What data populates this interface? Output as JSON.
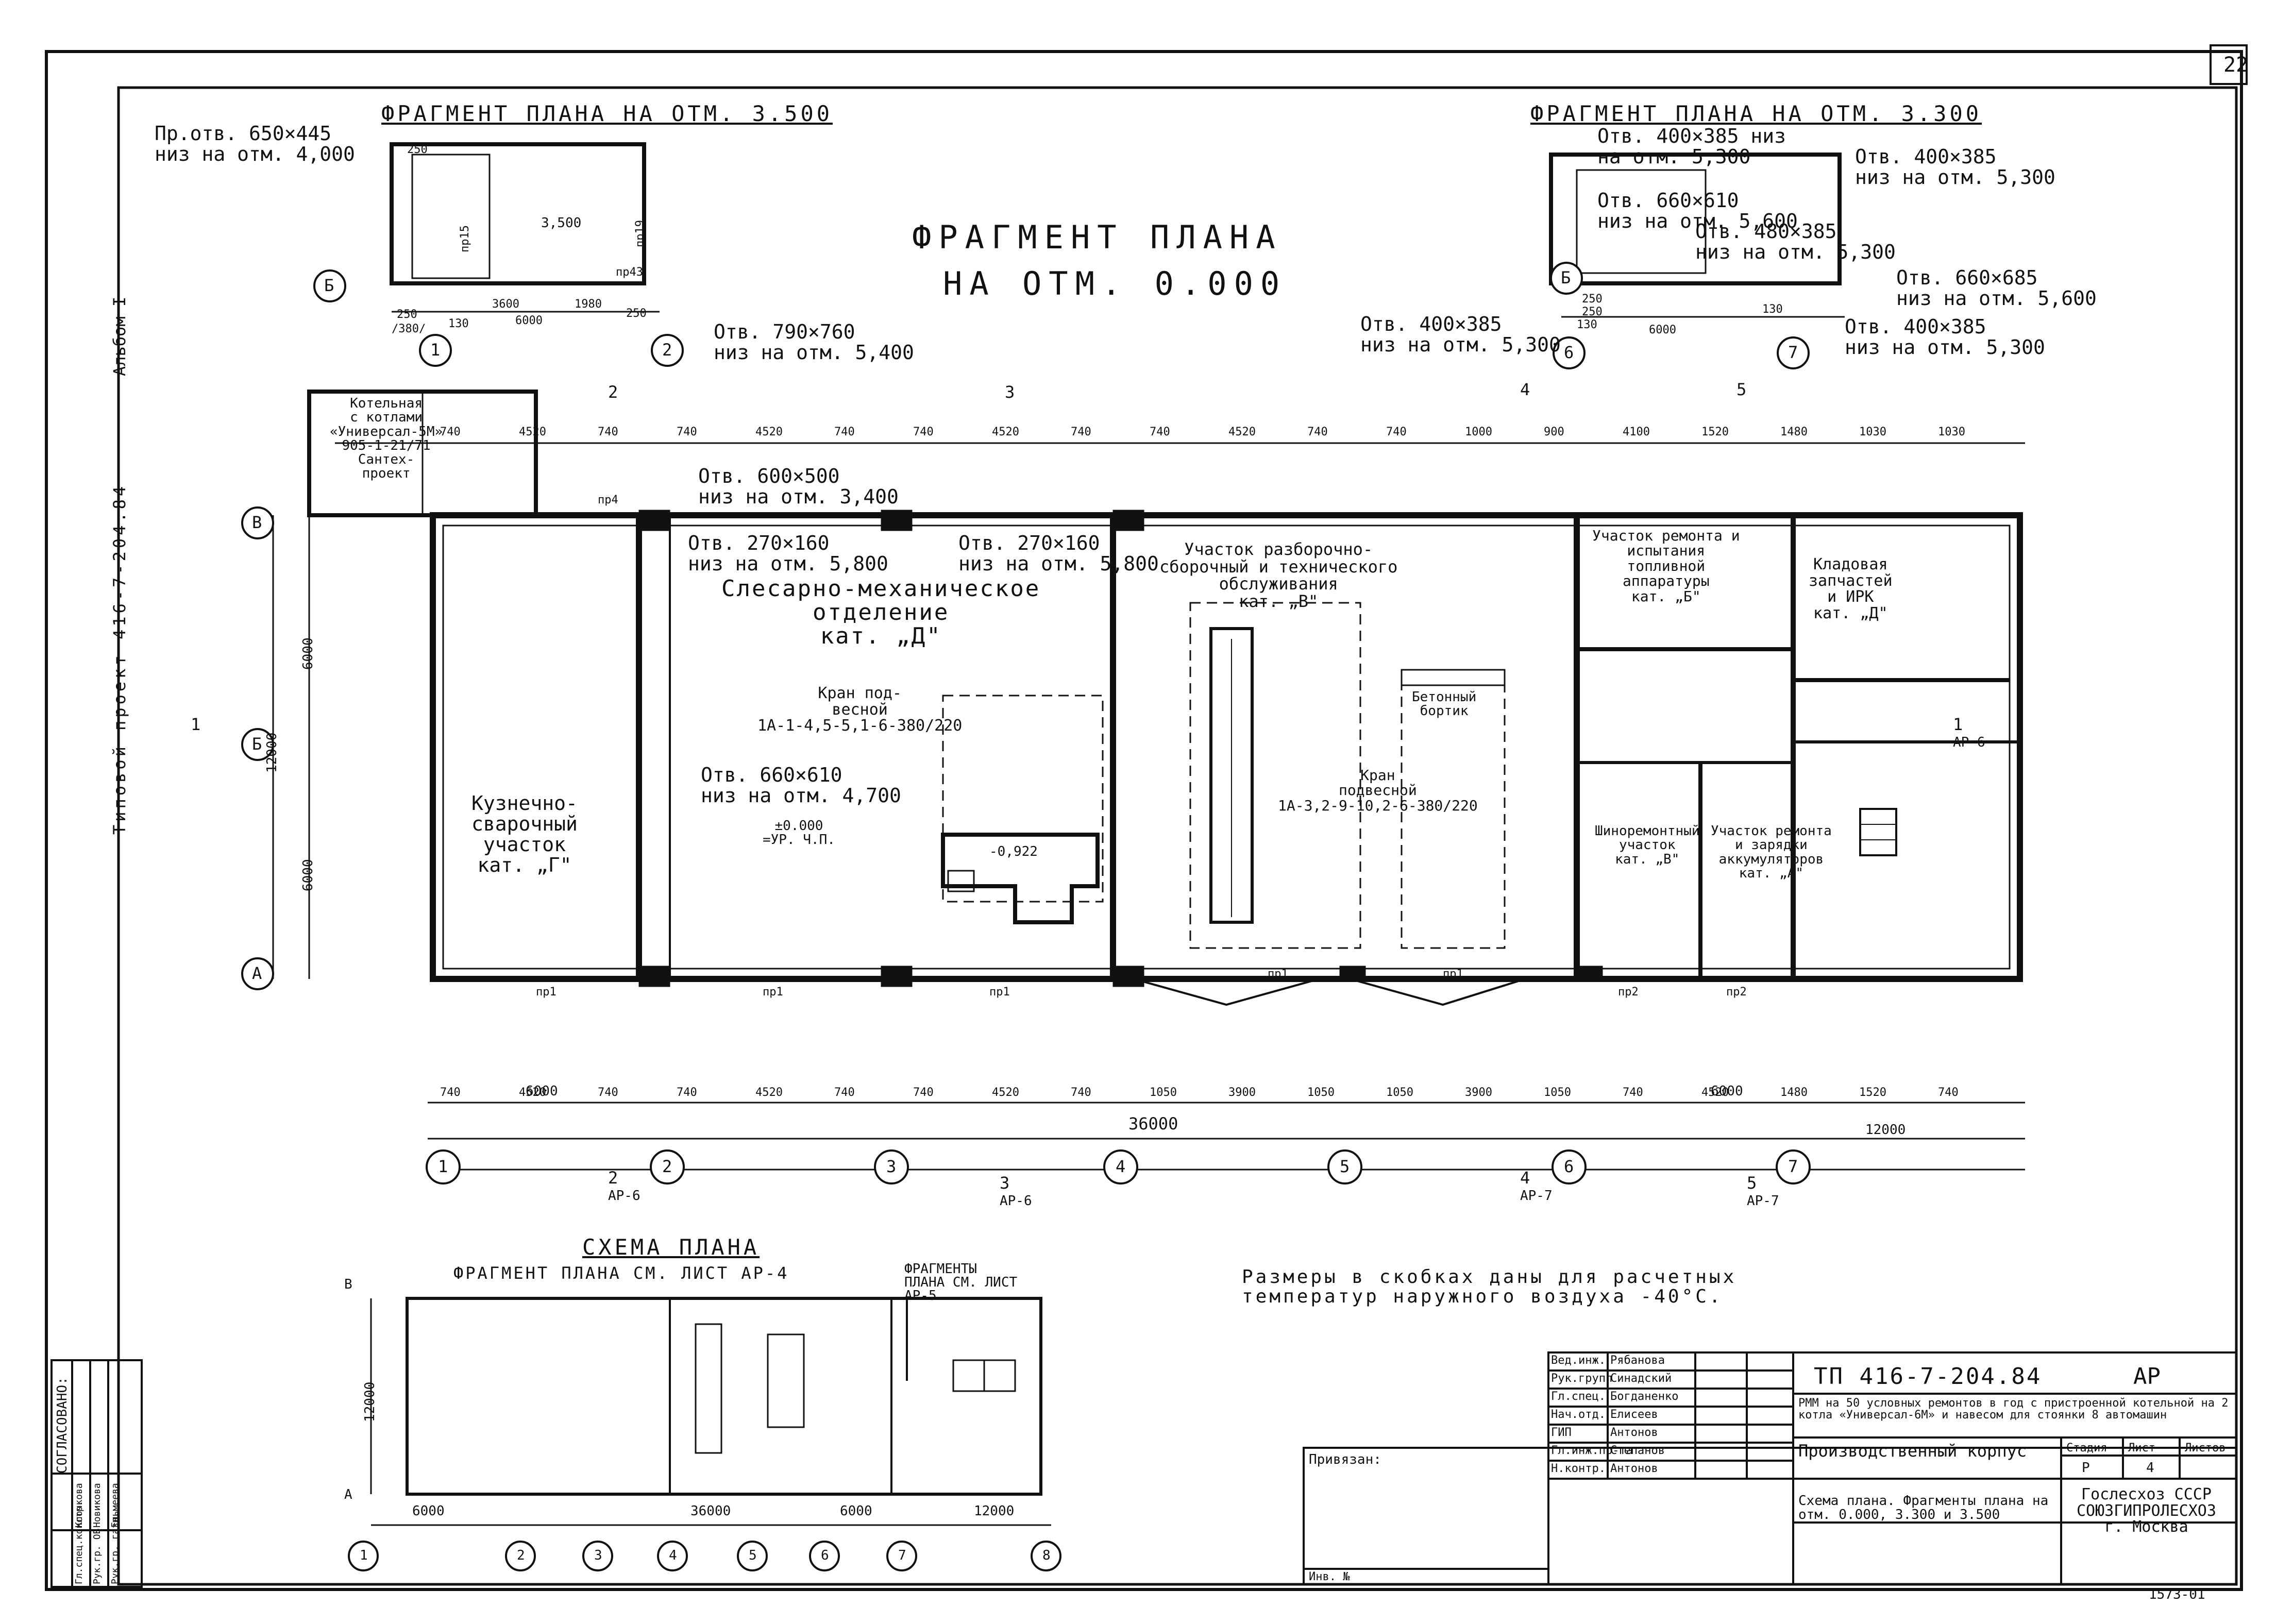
{
  "sheet_number": "22",
  "album": "Альбом I",
  "project_code_side": "Типовой проект 416-7-204.84",
  "titles": {
    "main_line1": "ФРАГМЕНТ ПЛАНА",
    "main_line2": "НА ОТМ. 0.000",
    "frag_left": "ФРАГМЕНТ ПЛАНА НА ОТМ. 3.500",
    "frag_right": "ФРАГМЕНТ ПЛАНА НА ОТМ. 3.300",
    "scheme": "СХЕМА ПЛАНА",
    "scheme_sub1": "ФРАГМЕНТ ПЛАНА СМ. ЛИСТ АР-4",
    "scheme_sub2": "ФРАГМЕНТЫ ПЛАНА СМ. ЛИСТ АР-5"
  },
  "rooms": [
    {
      "id": "boiler",
      "text": "Котельная\nс котлами\n«Универсал-5М»\n905-1-21/71\nСантех-\nпроект"
    },
    {
      "id": "forge",
      "text": "Кузнечно-\nсварочный\nучасток\nкат. „Г\""
    },
    {
      "id": "mech",
      "text": "Слесарно-механическое\nотделение\nкат. „Д\""
    },
    {
      "id": "assembly",
      "text": "Участок разборочно-\nсборочный и технического\nобслуживания\nкат. „В\""
    },
    {
      "id": "fuel",
      "text": "Участок ремонта и\nиспытания\nтопливной\nаппаратуры\nкат. „Б\""
    },
    {
      "id": "storage",
      "text": "Кладовая\nзапчастей\nи ИРК\nкат. „Д\""
    },
    {
      "id": "tire",
      "text": "Шиноремонтный\nучасток\nкат. „В\""
    },
    {
      "id": "battery",
      "text": "Участок ремонта\nи зарядки\nаккумуляторов\nкат. „А\""
    }
  ],
  "annotations": {
    "crane1": "Кран под-\nвесной\n1А-1-4,5-5,1-6-380/220",
    "crane2": "Кран\nподвесной\n1А-3,2-9-10,2-6-380/220",
    "bort": "Бетонный\nбортик",
    "mark_zero": "±0.000\n=УР. Ч.П.",
    "mark_pit": "-0,922",
    "mark_35": "3,500",
    "opening1": "Отв. 790×760\nниз на отм. 5,400",
    "opening2": "Отв. 660×610\nниз на отм. 4,700",
    "opening3": "Отв. 270×160\nниз на отм. 5,800",
    "opening4": "Отв. 270×160\nниз на отм. 5,800",
    "opening5": "Отв. 600×500\nниз на отм. 3,400",
    "opening6": "Пр.отв. 650×445\nниз на отм. 4,000",
    "opening7": "Отв. 400×385 низ\nна отм. 5,300",
    "opening8": "Отв. 400×385\nниз на отм. 5,300",
    "opening9": "Отв. 660×610\nниз на отм. 5,600",
    "opening10": "Отв. 480×385\nниз на отм. 5,300",
    "opening11": "Отв. 660×685\nниз на отм. 5,600",
    "opening12": "Отв. 400×385\nниз на отм. 5,300",
    "opening13": "Отв. 400×385\nниз на отм. 5,300",
    "note": "Размеры в скобках даны для расчетных\nтемператур наружного воздуха -40°С."
  },
  "axes": {
    "numbers": [
      "1",
      "2",
      "3",
      "4",
      "5",
      "6",
      "7"
    ],
    "letters": [
      "А",
      "Б",
      "В"
    ],
    "scheme_numbers": [
      "1",
      "2",
      "3",
      "4",
      "5",
      "6",
      "7",
      "8"
    ]
  },
  "dimensions": {
    "top_chain": [
      "740",
      "4520",
      "740",
      "740",
      "4520",
      "740",
      "740",
      "4520",
      "740",
      "740",
      "4520",
      "740",
      "740",
      "1000",
      "900",
      "4100",
      "1520",
      "1480",
      "1030",
      "1030"
    ],
    "bottom_chain": [
      "740",
      "4520",
      "740",
      "740",
      "4520",
      "740",
      "740",
      "4520",
      "740",
      "1050",
      "3900",
      "1050",
      "1050",
      "3900",
      "1050",
      "740",
      "4520",
      "1480",
      "1520",
      "740"
    ],
    "bays": [
      "6000",
      "6000",
      "12000"
    ],
    "total": "36000",
    "side_total": "12000",
    "side_parts": [
      "6000",
      "6000"
    ],
    "scheme_total": "36000",
    "scheme_parts": [
      "6000",
      "6000",
      "12000"
    ],
    "scheme_side": "12000",
    "frag_left_dims": [
      "3600",
      "1980",
      "6000",
      "250",
      "250",
      "250",
      "/380/",
      "130"
    ],
    "frag_right_dims": [
      "6000",
      "250",
      "250",
      "130",
      "130"
    ]
  },
  "section_marks": [
    {
      "n": "1",
      "sheet": "АР-6"
    },
    {
      "n": "2",
      "sheet": "АР-6"
    },
    {
      "n": "3",
      "sheet": "АР-6"
    },
    {
      "n": "4",
      "sheet": "АР-7"
    },
    {
      "n": "5",
      "sheet": "АР-7"
    }
  ],
  "door_marks": [
    "пр1",
    "пр1",
    "пр1",
    "пр1",
    "пр1",
    "пр2",
    "пр2",
    "пр4",
    "пр15",
    "пр19",
    "пр43"
  ],
  "title_block": {
    "code": "ТП 416-7-204.84",
    "stage_code": "АР",
    "object": "РММ на 50 условных ремонтов в год с пристроенной котельной на 2 котла «Универсал-6М» и навесом для стоянки 8 автомашин",
    "building": "Производственный корпус",
    "sheet_title": "Схема плана. Фрагменты плана на отм. 0.000, 3.300 и 3.500",
    "org": "Гослесхоз СССР\nСОЮЗГИПРОЛЕСХОЗ\nг. Москва",
    "stage_label": "Стадия",
    "sheet_label": "Лист",
    "sheets_label": "Листов",
    "stage": "Р",
    "sheet": "4",
    "sheets": "",
    "bound": "Привязан:",
    "inv": "Инв. №",
    "inv_code": "1573-01",
    "staff": [
      {
        "role": "Вед.инж.",
        "name": "Рябанова"
      },
      {
        "role": "Рук.групп",
        "name": "Синадский"
      },
      {
        "role": "Гл.спец.",
        "name": "Богданенко"
      },
      {
        "role": "Нач.отд.",
        "name": "Елисеев"
      },
      {
        "role": "ГИП",
        "name": "Антонов"
      },
      {
        "role": "Гл.инж.пр-та",
        "name": "Степанов"
      },
      {
        "role": "Н.контр.",
        "name": "Антонов"
      }
    ]
  },
  "approval": {
    "label": "СОГЛАСОВАНО:",
    "rows": [
      {
        "role": "Гл.спец.констр.",
        "name": "Клочкова"
      },
      {
        "role": "Рук.гр. ОВ",
        "name": "Новикова"
      },
      {
        "role": "Рук.гр. газн.",
        "name": "Ельмеева"
      }
    ]
  }
}
